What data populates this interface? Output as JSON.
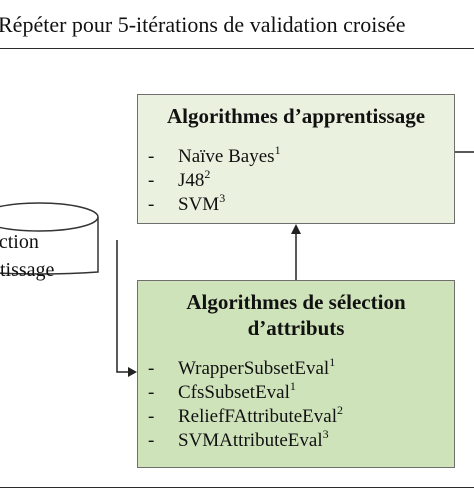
{
  "diagram": {
    "title": "Répéter pour 5-itérations de validation croisée",
    "database": {
      "line1": "ection",
      "line2": "ntissage"
    },
    "learning_box": {
      "title": "Algorithmes d’apprentissage",
      "items": [
        {
          "dash": "-",
          "label": "Naïve Bayes",
          "note": "1"
        },
        {
          "dash": "-",
          "label": "J48",
          "note": "2"
        },
        {
          "dash": "-",
          "label": "SVM",
          "note": "3"
        }
      ]
    },
    "selection_box": {
      "title_line1": "Algorithmes de sélection",
      "title_line2": "d’attributs",
      "items": [
        {
          "dash": "-",
          "label": "WrapperSubsetEval",
          "note": "1"
        },
        {
          "dash": "-",
          "label": "CfsSubsetEval",
          "note": "1"
        },
        {
          "dash": "-",
          "label": "ReliefFAttributeEval",
          "note": "2"
        },
        {
          "dash": "-",
          "label": "SVMAttributeEval",
          "note": "3"
        }
      ]
    }
  }
}
